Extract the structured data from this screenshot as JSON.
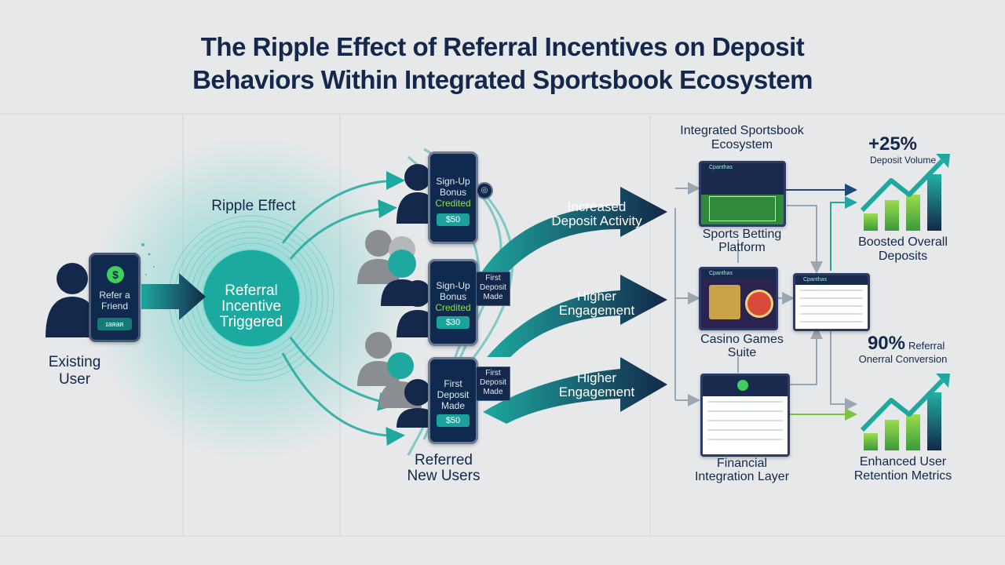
{
  "title": {
    "line1": "The Ripple Effect of Referral Incentives on Deposit",
    "line2": "Behaviors Within Integrated Sportsbook Ecosystem"
  },
  "existing_user": {
    "label": "Existing User",
    "phone_line1": "Refer a",
    "phone_line2": "Friend",
    "phone_button": "ɪaʀaʀ",
    "icon": "dollar-coin-icon"
  },
  "ripple": {
    "label": "Ripple Effect",
    "center_line1": "Referral",
    "center_line2": "Incentive",
    "center_line3": "Triggered"
  },
  "referred_users": {
    "label_line1": "Referred",
    "label_line2": "New Users",
    "phones": [
      {
        "line1": "Sign-Up",
        "line2": "Bonus",
        "line3": "Credited",
        "amount": "$50"
      },
      {
        "line1": "Sign-Up",
        "line2": "Bonus",
        "line3": "Credited",
        "amount": "$30",
        "tag_line1": "First",
        "tag_line2": "Deposit",
        "tag_line3": "Made"
      },
      {
        "line1": "First",
        "line2": "Deposit",
        "line3": "Made",
        "amount": "$50",
        "tag_line1": "First",
        "tag_line2": "Deposit",
        "tag_line3": "Made"
      }
    ]
  },
  "flows": [
    {
      "line1": "Increased",
      "line2": "Deposit Activity"
    },
    {
      "line1": "Higher",
      "line2": "Engagement"
    },
    {
      "line1": "Higher",
      "line2": "Engagement"
    }
  ],
  "ecosystem": {
    "label_line1": "Integrated Sportsbook",
    "label_line2": "Ecosystem",
    "screen_header": "Cpanthas",
    "sports": {
      "line1": "Sports Betting",
      "line2": "Platform"
    },
    "casino": {
      "line1": "Casino Games",
      "line2": "Suite"
    },
    "financial": {
      "line1": "Financial",
      "line2": "Integration Layer"
    }
  },
  "metrics": {
    "deposit_value": "+25%",
    "deposit_label": "Deposit Volume",
    "boosted_line1": "Boosted Overall",
    "boosted_line2": "Deposits",
    "conversion_value": "90%",
    "conversion_suffix": "Referral",
    "conversion_label": "Onerral Conversion",
    "retention_line1": "Enhanced User",
    "retention_line2": "Retention Metrics"
  },
  "colors": {
    "navy": "#13284a",
    "teal": "#19a39a",
    "green": "#7cc243",
    "background": "#e6e8ea"
  }
}
